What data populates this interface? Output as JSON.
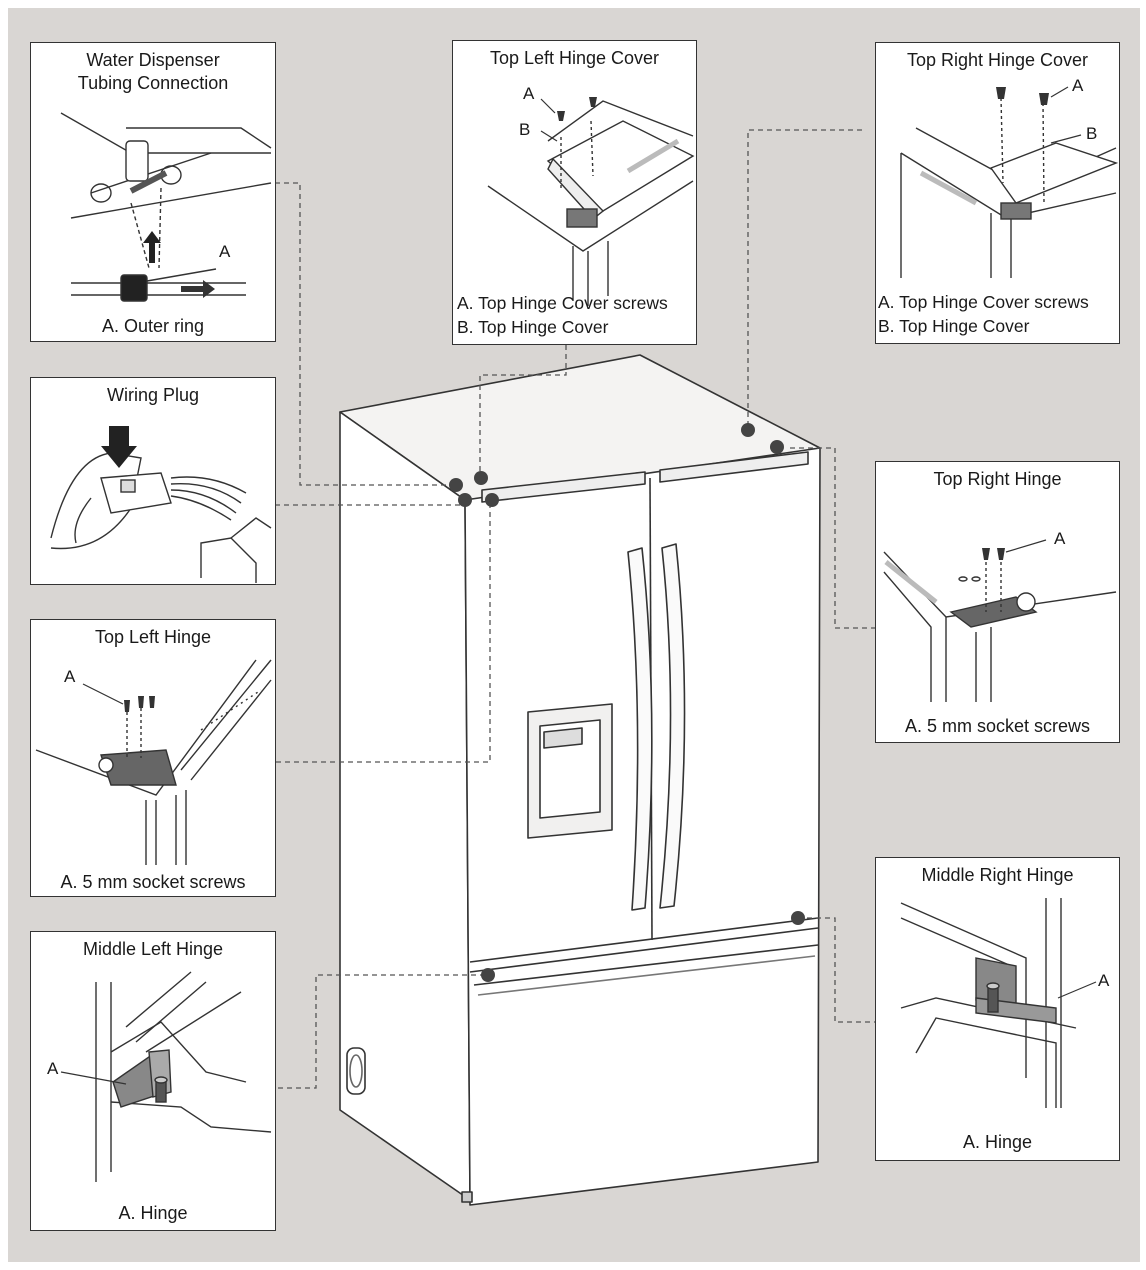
{
  "panels": {
    "water": {
      "title_line1": "Water Dispenser",
      "title_line2": "Tubing Connection",
      "label_a": "A",
      "caption": "A. Outer ring"
    },
    "top_left_cover": {
      "title": "Top Left Hinge Cover",
      "label_a": "A",
      "label_b": "B",
      "caption_a": "A. Top Hinge Cover screws",
      "caption_b": "B. Top Hinge Cover"
    },
    "top_right_cover": {
      "title": "Top Right Hinge Cover",
      "label_a": "A",
      "label_b": "B",
      "caption_a": "A. Top Hinge Cover screws",
      "caption_b": "B. Top Hinge Cover"
    },
    "wiring": {
      "title": "Wiring Plug"
    },
    "top_right_hinge": {
      "title": "Top Right Hinge",
      "label_a": "A",
      "caption": "A. 5 mm socket screws"
    },
    "top_left_hinge": {
      "title": "Top Left Hinge",
      "label_a": "A",
      "caption": "A. 5 mm socket screws"
    },
    "middle_right_hinge": {
      "title": "Middle Right Hinge",
      "label_a": "A",
      "caption": "A. Hinge"
    },
    "middle_left_hinge": {
      "title": "Middle Left Hinge",
      "label_a": "A",
      "caption": "A. Hinge"
    }
  },
  "colors": {
    "background": "#d9d6d3",
    "line": "#333333",
    "panel": "#ffffff",
    "dot": "#444444"
  }
}
